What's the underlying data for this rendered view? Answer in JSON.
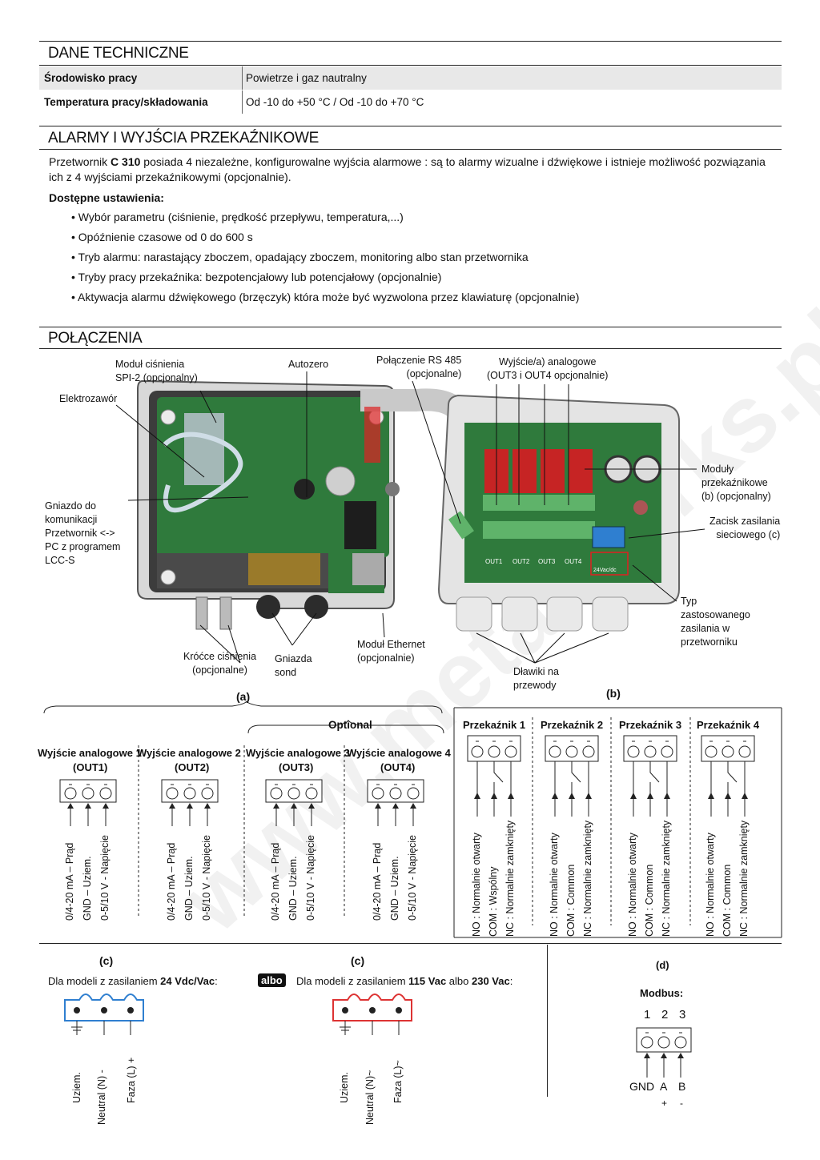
{
  "tech": {
    "title": "DANE TECHNICZNE",
    "rows": [
      {
        "key": "Środowisko pracy",
        "value": "Powietrze i gaz nautralny"
      },
      {
        "key": "Temperatura pracy/składowania",
        "value": "Od -10 do +50 °C / Od -10 do +70 °C"
      }
    ]
  },
  "alarms": {
    "title": "ALARMY I WYJŚCIA PRZEKAŹNIKOWE",
    "intro_pre": "Przetwornik ",
    "intro_model": "C 310",
    "intro_post": " posiada 4 niezależne, konfigurowalne wyjścia alarmowe : są to alarmy wizualne i dźwiękowe i istnieje możliwość pozwiązania ich z 4 wyjściami przekaźnikowymi (opcjonalnie).",
    "settings_heading": "Dostępne ustawienia:",
    "settings": [
      "• Wybór parametru (ciśnienie, prędkość przepływu, temperatura,...)",
      "• Opóźnienie czasowe od 0 do 600 s",
      "• Tryb alarmu: narastający zboczem, opadający zboczem, monitoring albo stan przetwornika",
      "• Tryby pracy przekaźnika: bezpotencjałowy lub potencjałowy (opcjonalnie)",
      "• Aktywacja alarmu dźwiękowego (brzęczyk) która może być wyzwolona przez klawiaturę (opcjonalnie)"
    ]
  },
  "connections": {
    "title": "POŁĄCZENIA",
    "photo_labels": {
      "pressure_module": "Moduł ciśnienia\nSPI-2 (opcjonalny)",
      "autozero": "Autozero",
      "rs485": "Połączenie RS 485\n(opcjonalne)",
      "analog_out": "Wyjście/a) analogowe\n(OUT3 i OUT4 opcjonalnie)",
      "solenoid": "Elektrozawór",
      "pc_socket": "Gniazdo do\nkomunikacji\nPrzetwornik <->\nPC z programem\nLCC-S",
      "relay_modules": "Moduły\nprzekaźnikowe\n(b) (opcjonalny)",
      "mains_terminal": "Zacisk zasilania\nsieciowego (c)",
      "supply_type": "Typ\nzastosowanego\nzasilania w\nprzetworniku",
      "pressure_ports": "Króćce ciśnienia\n(opcjonalne)",
      "probe_sockets": "Gniazda\nsond",
      "ethernet": "Moduł Ethernet\n(opcjonalnie)",
      "cable_glands": "Dławiki na\nprzewody"
    },
    "board_marks": [
      "OUT1",
      "OUT2",
      "OUT3",
      "OUT4",
      "24Vac/dc"
    ],
    "colors": {
      "board": "#2f7a3c",
      "case": "#e6e6e6",
      "blue_terminal": "#2f7fd0",
      "red_terminal": "#d33"
    }
  },
  "analog": {
    "tag": "(a)",
    "optional": "Optional",
    "outputs": [
      {
        "title": "Wyjście analogowe 1",
        "code": "(OUT1)"
      },
      {
        "title": "Wyjście analogowe 2",
        "code": "(OUT2)"
      },
      {
        "title": "Wyjście analogowe 3",
        "code": "(OUT3)"
      },
      {
        "title": "Wyjście analogowe 4",
        "code": "(OUT4)"
      }
    ],
    "pins": [
      "0/4-20 mA – Prąd",
      "GND – Uziem.",
      "0-5/10 V - Napięcie"
    ]
  },
  "relays": {
    "tag": "(b)",
    "items": [
      {
        "title": "Przekaźnik 1",
        "pins": [
          "NO : Normalnie otwarty",
          "COM : Wspólny",
          "NC : Normalnie zamknięty"
        ]
      },
      {
        "title": "Przekaźnik 2",
        "pins": [
          "NO : Normalnie otwarty",
          "COM : Common",
          "NC : Normalnie zamknięty"
        ]
      },
      {
        "title": "Przekaźnik 3",
        "pins": [
          "NO : Normalnie otwarty",
          "COM : Common",
          "NC : Normalnie zamknięty"
        ]
      },
      {
        "title": "Przekaźnik 4",
        "pins": [
          "NO : Normalnie otwarty",
          "COM : Common",
          "NC : Normalnie zamknięty"
        ]
      }
    ]
  },
  "power": {
    "tag": "(c)",
    "low": {
      "text_pre": "Dla modeli z zasilaniem ",
      "text_value": "24 Vdc/Vac",
      "text_post": ":",
      "pins": [
        "Uziem.",
        "Neutral (N) -",
        "Faza (L) +"
      ]
    },
    "or_label": "albo",
    "high": {
      "text_pre": "Dla modeli z zasilaniem ",
      "text_v1": "115 Vac",
      "text_mid": " albo ",
      "text_v2": "230 Vac",
      "text_post": ":",
      "pins": [
        "Uziem.",
        "Neutral (N)~",
        "Faza (L)~"
      ]
    }
  },
  "modbus": {
    "tag": "(d)",
    "title": "Modbus:",
    "numbers": [
      "1",
      "2",
      "3"
    ],
    "pins": [
      "GND",
      "A",
      "B"
    ],
    "signs": [
      "+",
      "-"
    ]
  },
  "watermark": "www.metalworks.pl"
}
